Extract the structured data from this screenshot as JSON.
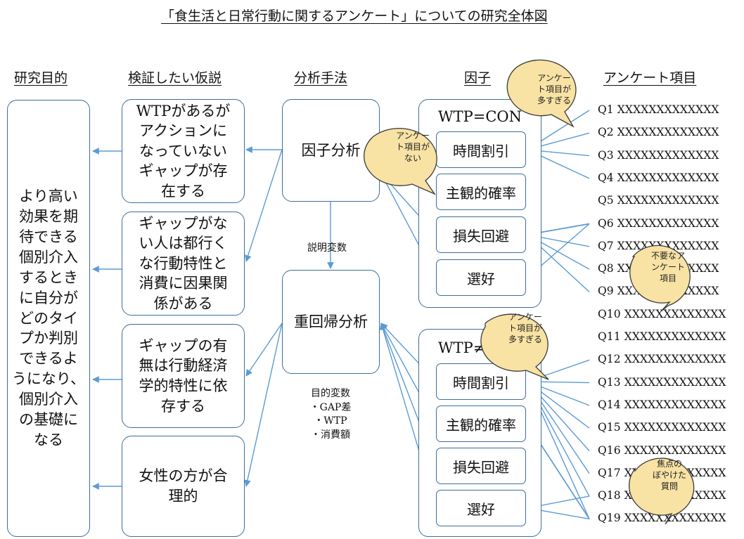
{
  "title": "「食生活と日常行動に関するアンケート」についての研究全体図",
  "headers": {
    "purpose": "研究目的",
    "hypothesis": "検証したい仮説",
    "method": "分析手法",
    "factor": "因子",
    "items": "アンケート項目"
  },
  "purpose_text": "より高い\n効果を期\n待できる\n個別介入\nするとき\nに自分が\nどのタイ\nプか判別\nできるよ\nうになり、\n個別介入\nの基礎に\nなる",
  "hypotheses": [
    "WTPがあるが\nアクションに\nなっていない\nギャップが存\n在する",
    "ギャップがな\nい人は都行く\nな行動特性と\n消費に因果関\n係がある",
    "ギャップの有\n無は行動経済\n学的特性に依\n存する",
    "女性の方が合\n理的"
  ],
  "methods": {
    "factor_analysis": "因子分析",
    "explanatory_label": "説明変数",
    "regression": "重回帰分析",
    "objective_vars": "目的変数\n・GAP差\n・WTP\n・消費額"
  },
  "factor_groups": [
    {
      "title": "WTP=CON",
      "factors": [
        "時間割引",
        "主観的確率",
        "損失回避",
        "選好"
      ]
    },
    {
      "title": "WTP≠CON",
      "factors": [
        "時間割引",
        "主観的確率",
        "損失回避",
        "選好"
      ]
    }
  ],
  "questions": [
    "Q1 XXXXXXXXXXXXX",
    "Q2 XXXXXXXXXXXXX",
    "Q3 XXXXXXXXXXXXX",
    "Q4 XXXXXXXXXXXXX",
    "Q5 XXXXXXXXXXXXX",
    "Q6 XXXXXXXXXXXXX",
    "Q7 XXXXXXXXXXXXX",
    "Q8 XXXXXXXXXXXXX",
    "Q9 XXXXXXXXXXXXX",
    "Q10  XXXXXXXXXXXXX",
    "Q11 XXXXXXXXXXXXX",
    "Q12 XXXXXXXXXXXXX",
    "Q13 XXXXXXXXXXXXX",
    "Q14 XXXXXXXXXXXXX",
    "Q15 XXXXXXXXXXXXX",
    "Q16 XXXXXXXXXXXXX",
    "Q17 XXXXXXXXXXXXX",
    "Q18 XXXXXXXXXXXXX",
    "Q19 XXXXXXXXXXXXX"
  ],
  "callouts": [
    "アンケー\nト項目が\n多すぎる",
    "アンケー\nト項目が\nない",
    "不要なア\nンケート\n項目",
    "アンケー\nト項目が\n多すぎる",
    "焦点の\nぼやけた\n質問"
  ],
  "colors": {
    "stroke": "#3f6d99",
    "arrow": "#5b9bd5",
    "bubble_fill": "#f8e2a4",
    "bubble_stroke": "#3a3a3a"
  }
}
